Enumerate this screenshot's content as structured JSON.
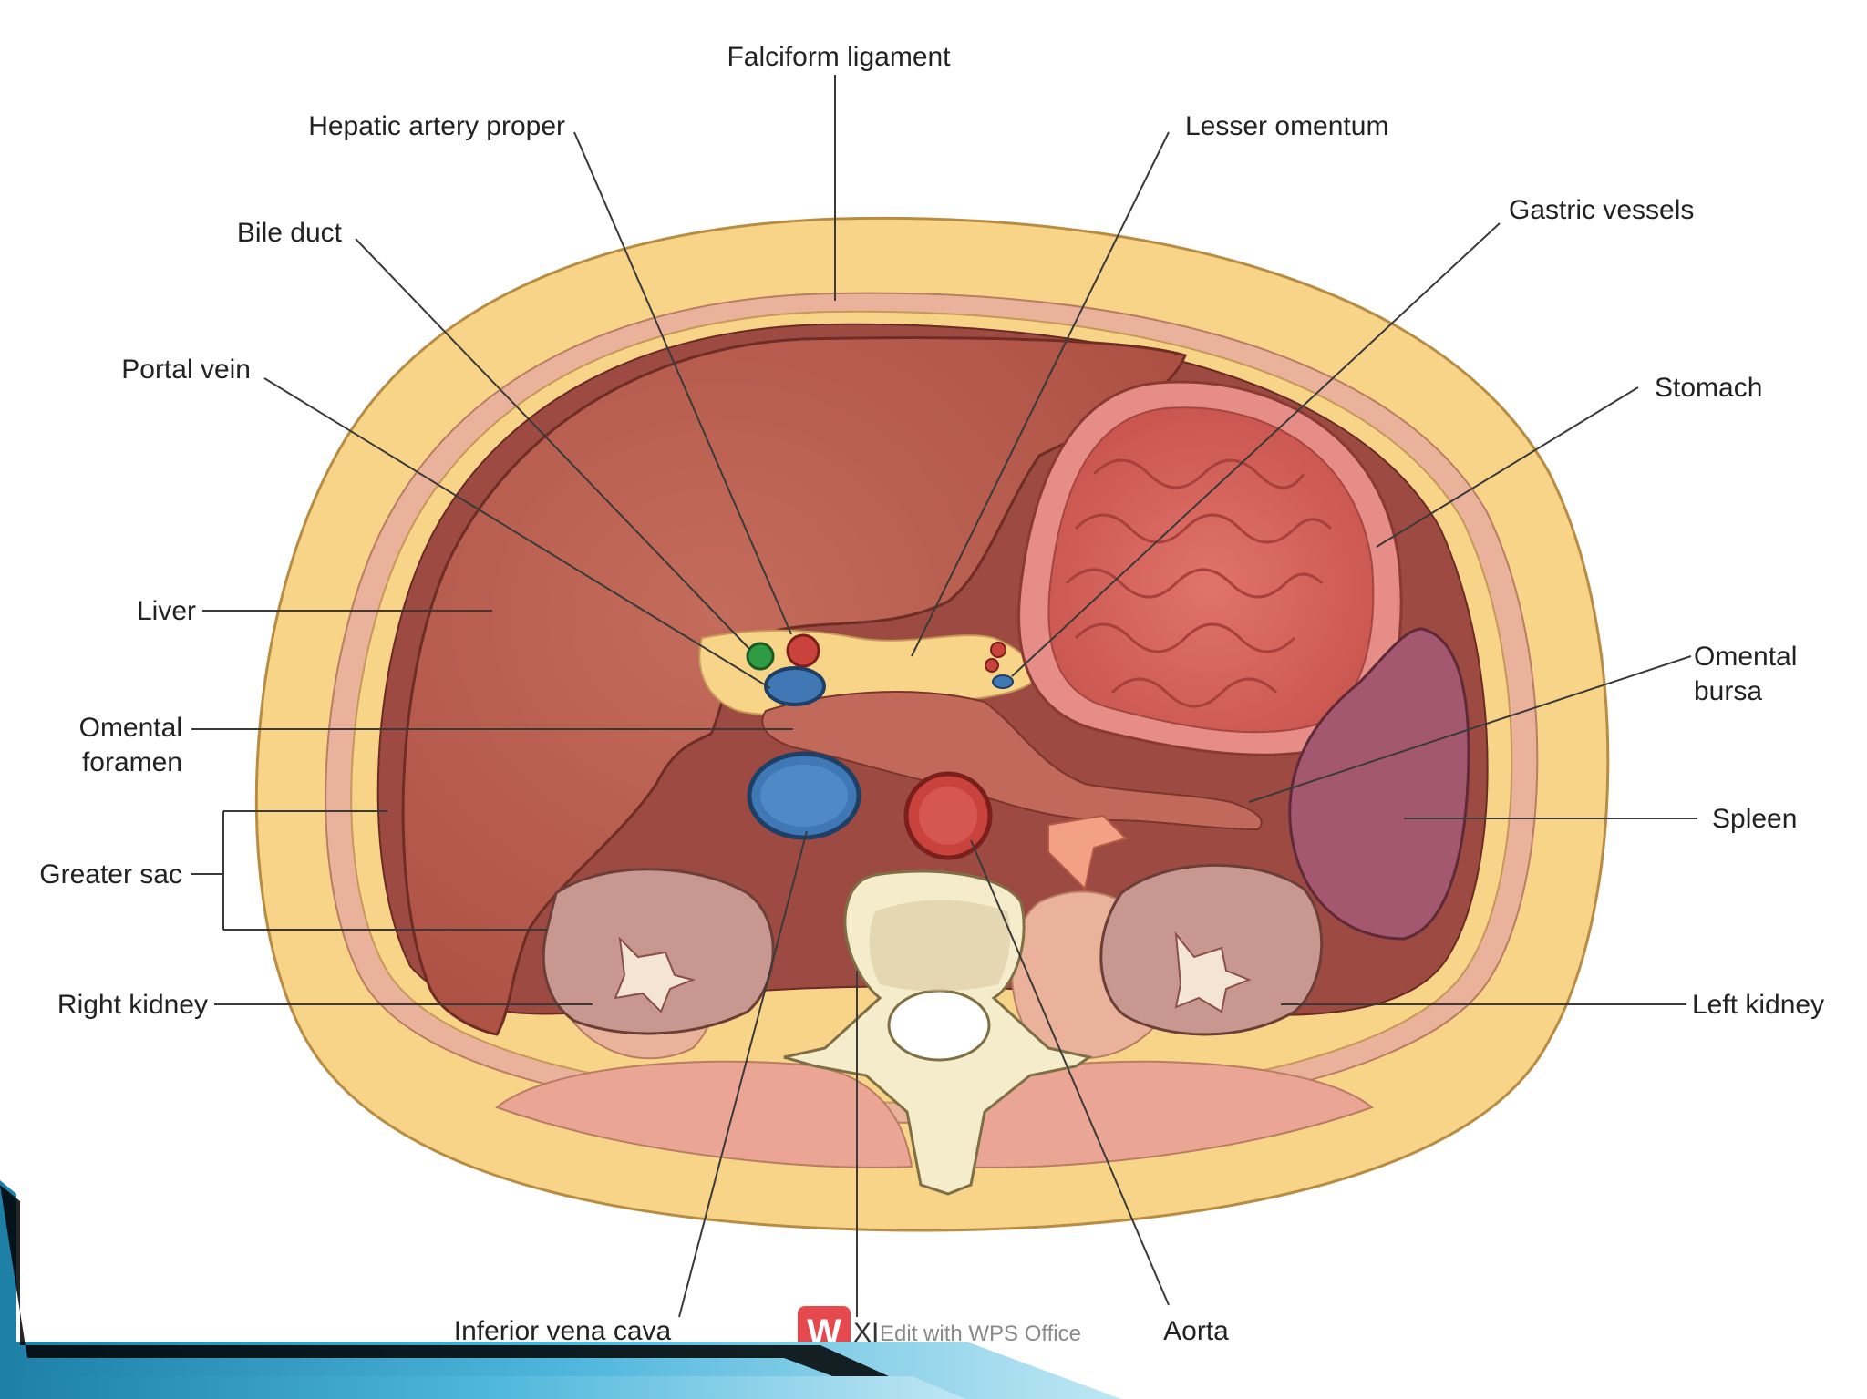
{
  "labels": {
    "falciform": "Falciform ligament",
    "hepatic_artery": "Hepatic artery proper",
    "lesser_omentum": "Lesser omentum",
    "gastric_vessels": "Gastric vessels",
    "bile_duct": "Bile duct",
    "stomach": "Stomach",
    "portal_vein": "Portal vein",
    "liver": "Liver",
    "omental_foramen_1": "Omental",
    "omental_foramen_2": "foramen",
    "omental_bursa_1": "Omental",
    "omental_bursa_2": "bursa",
    "spleen": "Spleen",
    "greater_sac": "Greater sac",
    "right_kidney": "Right kidney",
    "left_kidney": "Left kidney",
    "ivc": "Inferior vena cava",
    "aorta": "Aorta"
  },
  "watermark": {
    "logo_letter": "W",
    "obscured": "XI",
    "text": "Edit with WPS Office"
  },
  "colors": {
    "subcutaneous_fat": "#f7d487",
    "muscle": "#eab29a",
    "liver": "#b75a4c",
    "stomach": "#d66a62",
    "spleen": "#a4586f",
    "kidney": "#c89890",
    "artery": "#c9423c",
    "vein": "#3f78b4",
    "bile_duct": "#2f9b43",
    "bone": "#f4eccb",
    "slide_accent": "#2ba3c9"
  }
}
